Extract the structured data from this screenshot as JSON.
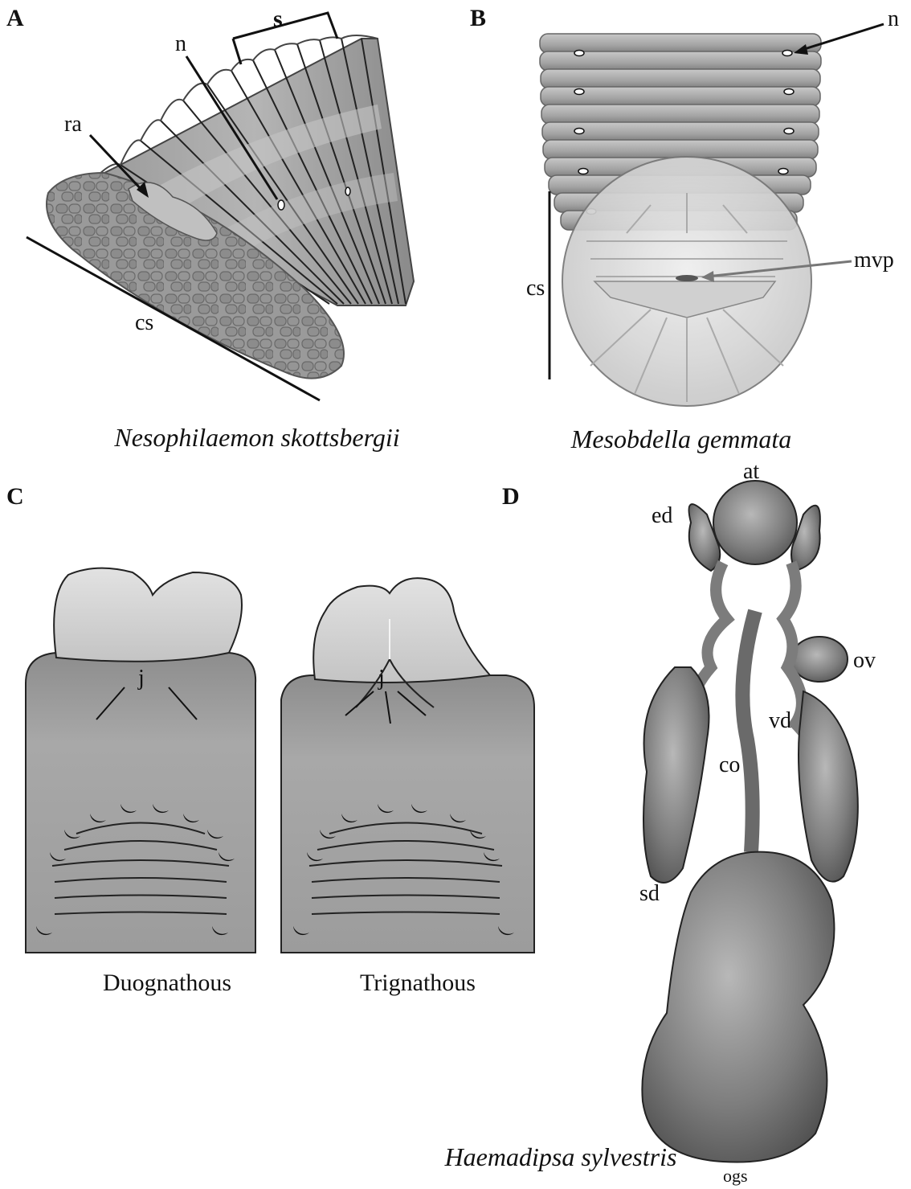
{
  "panels": {
    "A": {
      "letter": "A",
      "species": "Nesophilaemon skottsbergii",
      "labels": {
        "s": "s",
        "n": "n",
        "ra": "ra",
        "cs": "cs"
      }
    },
    "B": {
      "letter": "B",
      "species": "Mesobdella gemmata",
      "labels": {
        "n": "n",
        "mvp": "mvp",
        "cs": "cs"
      }
    },
    "C": {
      "letter": "C",
      "left_caption": "Duognathous",
      "right_caption": "Trignathous",
      "labels": {
        "j_left": "j",
        "j_right": "j"
      }
    },
    "D": {
      "letter": "D",
      "species": "Haemadipsa sylvestris",
      "labels": {
        "at": "at",
        "ed": "ed",
        "ov": "ov",
        "vd": "vd",
        "co": "co",
        "sd": "sd",
        "ogs": "ogs"
      }
    }
  },
  "colors": {
    "tissue": "#8f8f8f",
    "tissue_light": "#c9c9c9",
    "line": "#111111"
  }
}
